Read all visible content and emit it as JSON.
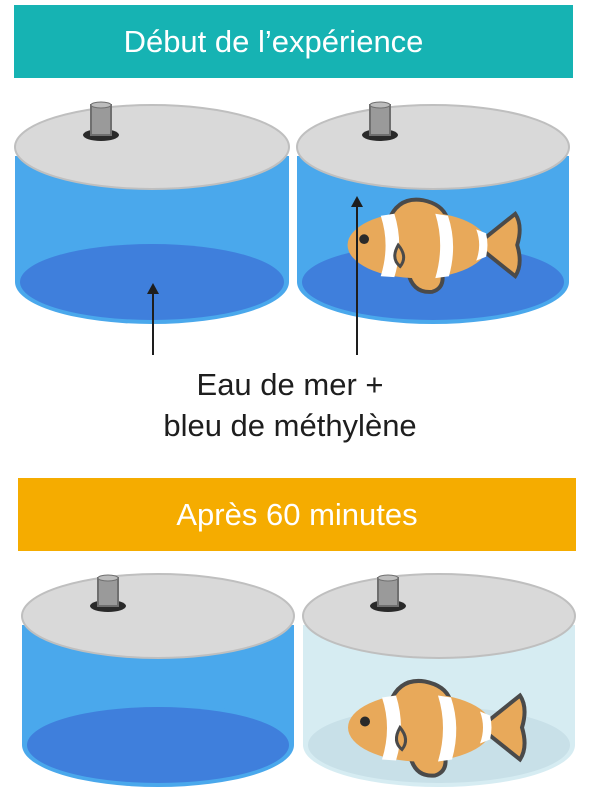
{
  "header": {
    "start_title": "Début de l’expérience",
    "after_title": "Après 60 minutes"
  },
  "annotation": {
    "line1": "Eau de mer +",
    "line2": "bleu de méthylène"
  },
  "colors": {
    "start_banner": "#16b3b3",
    "after_banner": "#f5ac00",
    "blue_water": "#4aa8ec",
    "blue_water_bottom": "#3f7fdc",
    "pale_water": "#d6ecf2",
    "lid": "#d9d9d9",
    "fish_orange": "#e8a95a",
    "fish_stripe": "#ffffff",
    "fish_fin": "#4a4a4a"
  },
  "containers": [
    {
      "phase": "start",
      "content": "water-only",
      "water": "blue"
    },
    {
      "phase": "start",
      "content": "with-fish",
      "water": "blue"
    },
    {
      "phase": "after",
      "content": "water-only",
      "water": "blue"
    },
    {
      "phase": "after",
      "content": "with-fish",
      "water": "pale"
    }
  ]
}
